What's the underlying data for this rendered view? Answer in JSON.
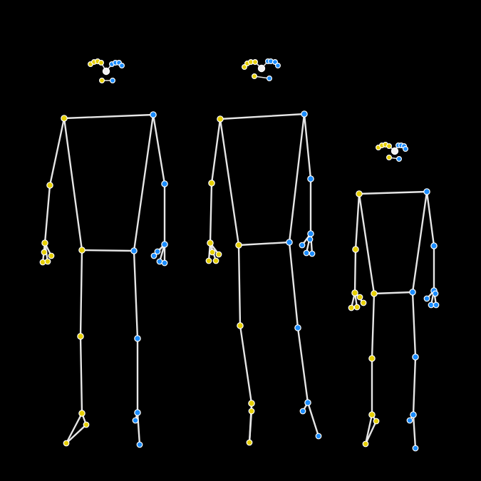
{
  "colors": {
    "background": "#000000",
    "bone": "#e6e6e6",
    "left_side": "#e6cf00",
    "right_side": "#1a8cff",
    "center": "#f2f2f2"
  },
  "figures": [
    {
      "name": "figure-left"
    },
    {
      "name": "figure-middle"
    },
    {
      "name": "figure-right"
    }
  ]
}
